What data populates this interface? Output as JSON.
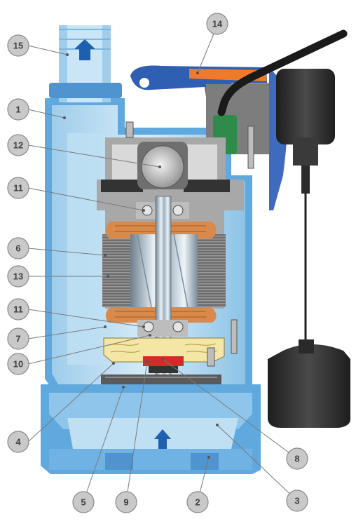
{
  "diagram": {
    "callouts": [
      {
        "id": "c15",
        "label": "15"
      },
      {
        "id": "c1",
        "label": "1"
      },
      {
        "id": "c12",
        "label": "12"
      },
      {
        "id": "c11a",
        "label": "11"
      },
      {
        "id": "c6",
        "label": "6"
      },
      {
        "id": "c13",
        "label": "13"
      },
      {
        "id": "c11b",
        "label": "11"
      },
      {
        "id": "c7",
        "label": "7"
      },
      {
        "id": "c10",
        "label": "10"
      },
      {
        "id": "c4",
        "label": "4"
      },
      {
        "id": "c14",
        "label": "14"
      },
      {
        "id": "c8",
        "label": "8"
      },
      {
        "id": "c3",
        "label": "3"
      },
      {
        "id": "c5",
        "label": "5"
      },
      {
        "id": "c9",
        "label": "9"
      },
      {
        "id": "c2",
        "label": "2"
      }
    ],
    "colors": {
      "casing_light": "#bfe0f3",
      "casing_mid": "#7fbde6",
      "handle_blue": "#2f5fb3",
      "handle_orange": "#f07a2a",
      "motor_gray": "#8c8c8c",
      "winding_copper": "#d98a4a",
      "seal_red": "#d42a2a",
      "switch_green": "#2e8b4a",
      "float_black": "#2a2a2a",
      "oil_yellow": "#f4e6a4"
    },
    "icons": [
      "outlet-flow-arrow-icon",
      "inlet-flow-arrow-icon"
    ]
  }
}
